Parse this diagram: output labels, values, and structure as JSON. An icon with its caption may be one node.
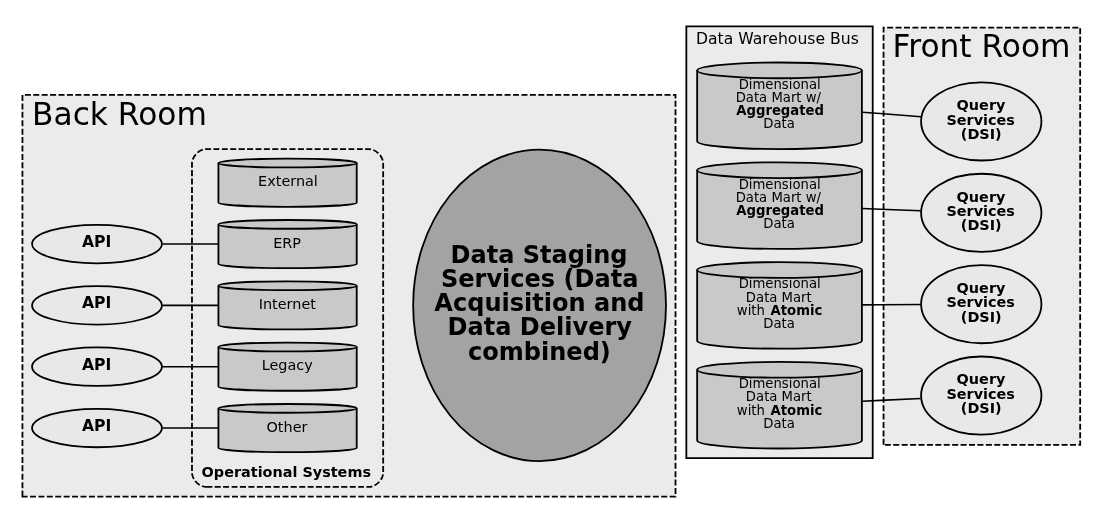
{
  "diagram": {
    "nodes": [
      {
        "text": [
          "Back Room"
        ]
      },
      {
        "text": [
          "Operational Systems"
        ],
        "in": 0
      },
      {
        "text": [
          "External"
        ],
        "in": 1
      },
      {
        "text": [
          "ERP"
        ],
        "in": 1
      },
      {
        "text": [
          "Internet"
        ],
        "in": 1
      },
      {
        "text": [
          "Legacy"
        ],
        "in": 1
      },
      {
        "text": [
          "Other"
        ],
        "in": 1
      },
      {
        "text": [
          "API"
        ],
        "in": 0
      },
      {
        "text": [
          "API"
        ],
        "in": 0
      },
      {
        "text": [
          "API"
        ],
        "in": 0
      },
      {
        "text": [
          "API"
        ],
        "in": 0
      },
      {
        "text": [
          "Data Staging Services (Data Acquisition and Data Delivery combined)"
        ],
        "in": 0
      },
      {
        "text": [
          "Front Room"
        ]
      },
      {
        "text": [
          "Data Warehouse Bus"
        ]
      },
      {
        "text": [
          "Dimensional Data Mart w/ **Aggregated** Data"
        ],
        "in": 13
      },
      {
        "text": [
          "Dimensional Data Mart w/ **Aggregated** Data"
        ],
        "in": 13
      },
      {
        "text": [
          "Dimensional Data Mart with **Atomic** Data"
        ],
        "in": 13
      },
      {
        "text": [
          "Dimensional Data Mart with **Atomic** Data"
        ],
        "in": 13
      },
      {
        "text": [
          "Query Services (DSI)"
        ],
        "in": 12
      },
      {
        "text": [
          "Query Services (DSI)"
        ],
        "in": 12
      },
      {
        "text": [
          "Query Services (DSI)"
        ],
        "in": 12
      },
      {
        "text": [
          "Query Services (DSI)"
        ],
        "in": 12
      }
    ],
    "edges": [
      {
        "from": 7,
        "to": 3,
        "arrow": "none"
      },
      {
        "from": 8,
        "to": 4,
        "arrow": "none"
      },
      {
        "from": 9,
        "to": 5,
        "arrow": "none"
      },
      {
        "from": 10,
        "to": 6,
        "arrow": "none"
      },
      {
        "from": 14,
        "to": 18,
        "arrow": "none"
      },
      {
        "from": 15,
        "to": 19,
        "arrow": "none"
      },
      {
        "from": 16,
        "to": 20,
        "arrow": "none"
      },
      {
        "from": 17,
        "to": 21,
        "arrow": "none"
      }
    ]
  }
}
